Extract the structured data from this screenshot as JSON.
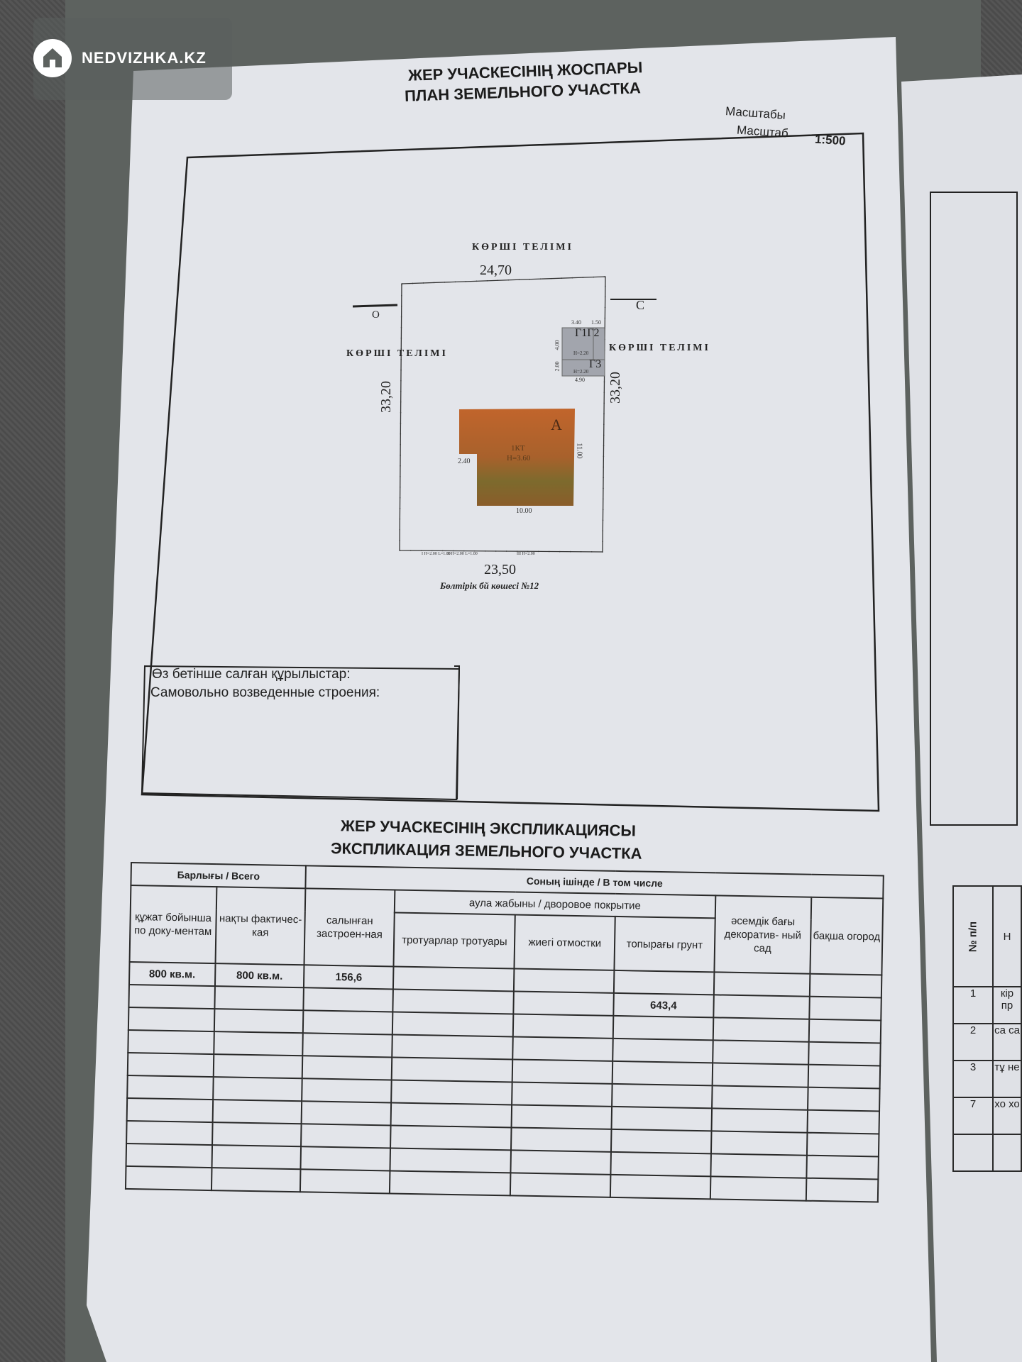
{
  "watermark": {
    "text": "NEDVIZHKA.KZ",
    "icon": "house-icon"
  },
  "plan": {
    "title_kz": "ЖЕР УЧАСКЕСІНІҢ ЖОСПАРЫ",
    "title_ru": "ПЛАН ЗЕМЕЛЬНОГО УЧАСТКА",
    "scale_kz": "Масштабы",
    "scale_ru": "Масштаб",
    "scale_value": "1:500",
    "neighbor_label": "КӨРШІ ТЕЛІМІ",
    "top_length": "24,70",
    "left_length": "33,20",
    "right_length": "33,20",
    "bottom_length": "23,50",
    "street": "Бөлтірік бй көшесі №12",
    "west_mark": "О",
    "east_mark": "С",
    "building": {
      "letter": "А",
      "floors": "1КТ",
      "height": "H=3.60",
      "notch": "2.40",
      "side": "11.00",
      "bottom": "10.00"
    },
    "outbuilding": {
      "dim_a": "3.40",
      "dim_b": "1.50",
      "label_top": "Г1Г2",
      "dim_c": "4.00",
      "height_top": "H=2.20",
      "dim_d": "2.00",
      "label_bottom": "Г3",
      "height_bottom": "H=2.20",
      "dim_e": "4.90"
    },
    "fence_marks": [
      "I H=2.00 L=1.00",
      "II H=2.00 L=1.00",
      "III H=2.00"
    ]
  },
  "unauthorized": {
    "line_kz": "Өз бетінше салған құрылыстар:",
    "line_ru": "Самовольно возведенные строения:"
  },
  "explication": {
    "title_kz": "ЖЕР УЧАСКЕСІНІҢ ЭКСПЛИКАЦИЯСЫ",
    "title_ru": "ЭКСПЛИКАЦИЯ ЗЕМЕЛЬНОГО УЧАСТКА",
    "header_total": "Барлығы / Всего",
    "header_including": "Соның ішінде / В том числе",
    "col_docs": "құжат бойынша по доку-ментам",
    "col_actual": "нақты фактичес-кая",
    "col_built": "салынған застроен-ная",
    "header_yard": "аула жабыны / дворовое покрытие",
    "col_sidewalks": "тротуарлар тротуары",
    "col_blind": "жиегі отмостки",
    "col_ground": "топырағы грунт",
    "col_garden": "әсемдік бағы декоратив- ный сад",
    "col_vegetable": "бақша огород",
    "row1": [
      "800 кв.м.",
      "800 кв.м.",
      "156,6",
      "",
      "",
      "",
      "",
      ""
    ],
    "row2": [
      "",
      "",
      "",
      "",
      "",
      "643,4",
      "",
      ""
    ]
  },
  "side_table": {
    "header": "№ п/п",
    "header2": "Н",
    "rows": [
      {
        "n": "1",
        "t": "кір пр"
      },
      {
        "n": "2",
        "t": "са са"
      },
      {
        "n": "3",
        "t": "тұ не"
      },
      {
        "n": "7",
        "t": "хо хо"
      },
      {
        "n": "",
        "t": ""
      }
    ]
  }
}
